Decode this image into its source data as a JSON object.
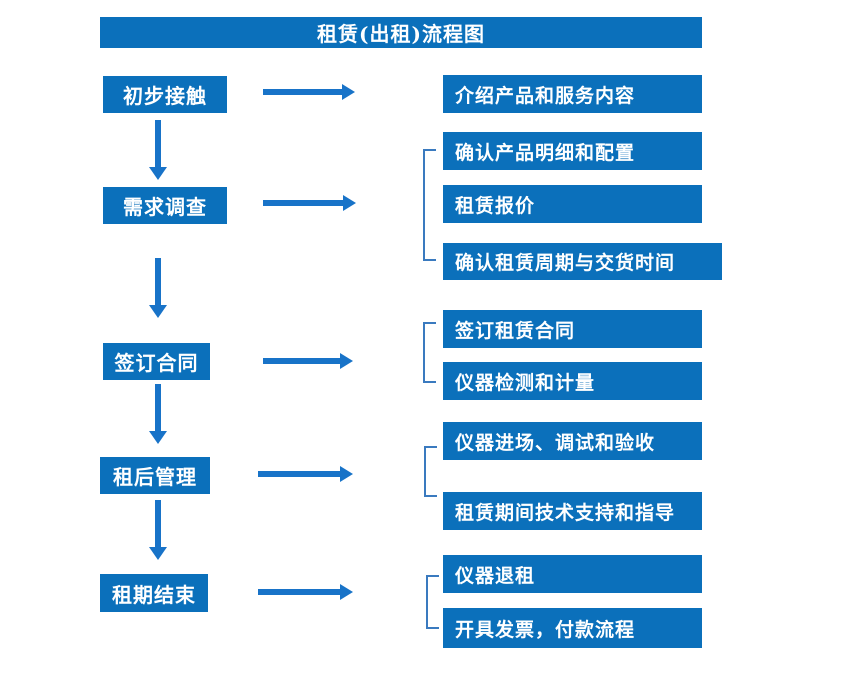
{
  "title": "租赁(出租)流程图",
  "colors": {
    "box_fill": "#0b70bb",
    "arrow": "#1873c8",
    "bracket": "#3a7abf",
    "text": "#ffffff"
  },
  "steps": [
    {
      "label": "初步接触",
      "details": [
        "介绍产品和服务内容"
      ]
    },
    {
      "label": "需求调查",
      "details": [
        "确认产品明细和配置",
        "租赁报价",
        "确认租赁周期与交货时间"
      ]
    },
    {
      "label": "签订合同",
      "details": [
        "签订租赁合同",
        "仪器检测和计量"
      ]
    },
    {
      "label": "租后管理",
      "details": [
        "仪器进场、调试和验收",
        "租赁期间技术支持和指导"
      ]
    },
    {
      "label": "租期结束",
      "details": [
        "仪器退租",
        "开具发票，付款流程"
      ]
    }
  ]
}
